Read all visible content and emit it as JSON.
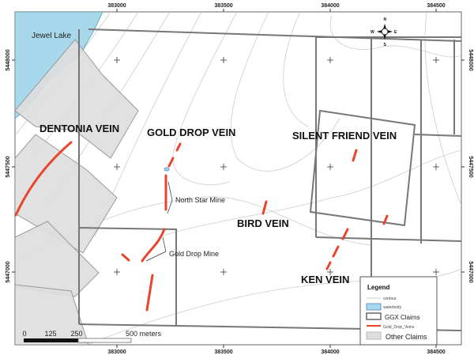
{
  "map": {
    "x_ticks": [
      "383000",
      "383500",
      "384000",
      "384500"
    ],
    "y_ticks": [
      "5448000",
      "5447500",
      "5447000"
    ],
    "lake_label": "Jewel Lake",
    "vein_labels": [
      "DENTONIA VEIN",
      "GOLD DROP VEIN",
      "SILENT FRIEND VEIN",
      "BIRD VEIN",
      "KEN VEIN"
    ],
    "mine_labels": [
      "North Star Mine",
      "Gold Drop Mine"
    ],
    "compass": {
      "n": "N",
      "s": "S",
      "e": "E",
      "w": "W"
    },
    "scale": {
      "labels": [
        "0",
        "125",
        "250",
        "500 meters"
      ]
    }
  },
  "legend": {
    "title": "Legend",
    "items": [
      "contour",
      "waterbody",
      "GGX Claims",
      "Gold_Drop_Veins",
      "Other Claims"
    ]
  },
  "colors": {
    "water": "#a8d8ec",
    "vein": "#e8452c",
    "other_claims": "#dedede",
    "ggx": "#777777"
  }
}
